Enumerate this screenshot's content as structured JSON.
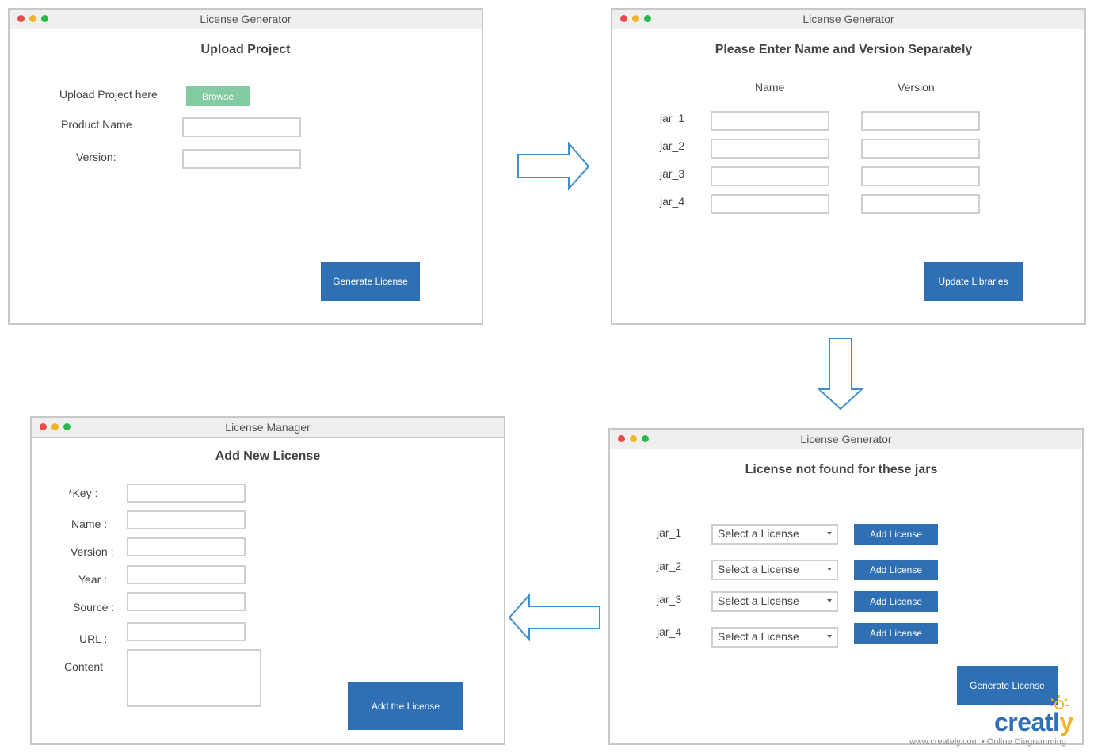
{
  "win1": {
    "title": "License Generator",
    "heading": "Upload Project",
    "upload_label": "Upload Project here",
    "browse": "Browse",
    "product_name_label": "Product Name",
    "version_label": "Version:",
    "generate": "Generate License"
  },
  "win2": {
    "title": "License Generator",
    "heading": "Please Enter Name and Version Separately",
    "col_name": "Name",
    "col_version": "Version",
    "rows": [
      "jar_1",
      "jar_2",
      "jar_3",
      "jar_4"
    ],
    "update": "Update Libraries"
  },
  "win3": {
    "title": "License Generator",
    "heading": "License not found for these jars",
    "rows": [
      "jar_1",
      "jar_2",
      "jar_3",
      "jar_4"
    ],
    "select_placeholder": "Select a License",
    "add": "Add License",
    "generate": "Generate License"
  },
  "win4": {
    "title": "License Manager",
    "heading": "Add New License",
    "labels": [
      "*Key :",
      "Name :",
      "Version :",
      "Year :",
      "Source :",
      "URL :",
      "Content"
    ],
    "add": "Add the License"
  },
  "brand": {
    "logo_main": "creatl",
    "logo_y": "y",
    "footer": "www.creately.com • Online Diagramming"
  },
  "colors": {
    "accent": "#2f6fb4",
    "browse": "#82cba3",
    "arrow": "#3d8fd0"
  }
}
